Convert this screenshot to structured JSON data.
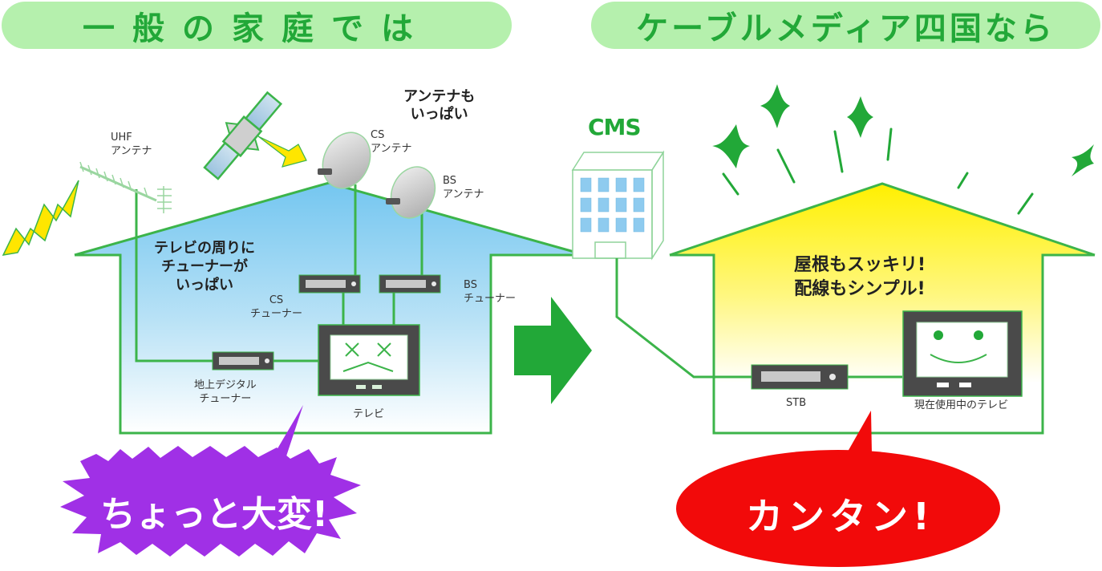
{
  "headers": {
    "left": "一般の家庭では",
    "right": "ケーブルメディア四国なら"
  },
  "left_scene": {
    "uhf_antenna": [
      "UHF",
      "アンテナ"
    ],
    "antenna_note": [
      "アンテナも",
      "いっぱい"
    ],
    "cs_antenna": [
      "CS",
      "アンテナ"
    ],
    "bs_antenna": [
      "BS",
      "アンテナ"
    ],
    "house_note": [
      "テレビの周りに",
      "チューナーが",
      "いっぱい"
    ],
    "cs_tuner": [
      "CS",
      "チューナー"
    ],
    "bs_tuner": [
      "BS",
      "チューナー"
    ],
    "digital_tuner": [
      "地上デジタル",
      "チューナー"
    ],
    "tv": "テレビ",
    "bubble": "ちょっと大変!"
  },
  "right_scene": {
    "station": "CMS",
    "house_note": [
      "屋根もスッキリ!",
      "配線もシンプル!"
    ],
    "stb": "STB",
    "tv": "現在使用中のテレビ",
    "bubble": "カンタン!"
  },
  "colors": {
    "header_bg": "#b5f0ad",
    "header_text": "#22a838",
    "line_green": "#3cb44a",
    "arrow": "#22a838",
    "left_house_top": "#7ecbf0",
    "right_house_top": "#fff000",
    "bubble_purple": "#a030e6",
    "bubble_red": "#f20a0a",
    "bolt_yellow": "#ffe600",
    "device_dark": "#4a4a4a"
  }
}
